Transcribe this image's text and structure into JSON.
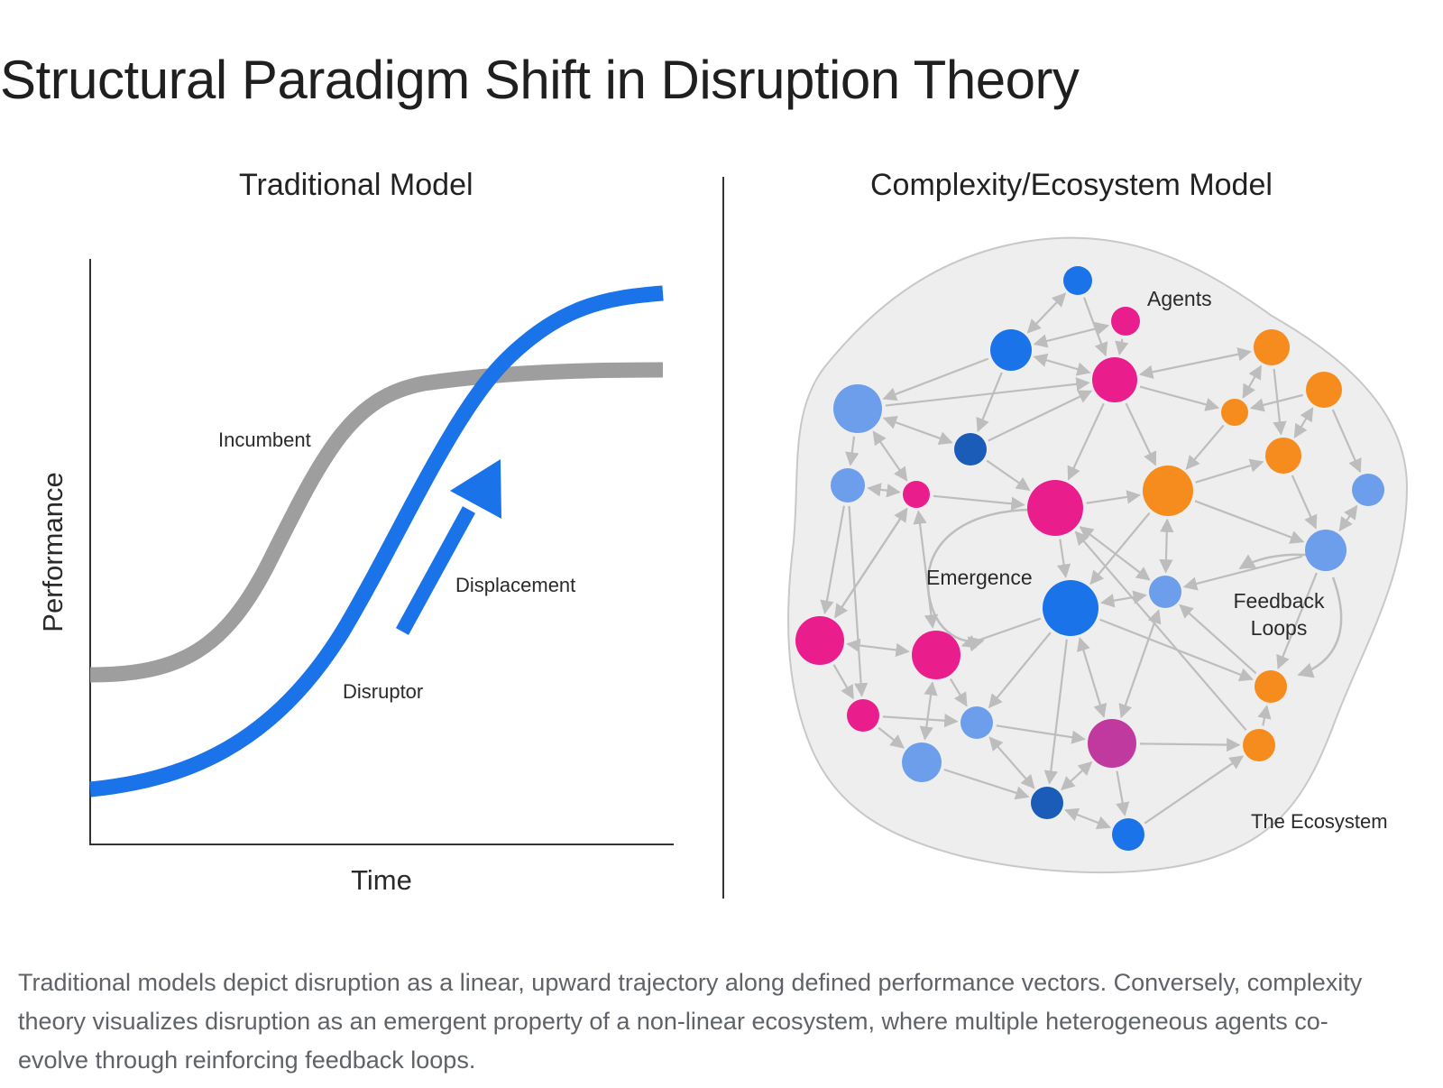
{
  "page": {
    "title": "Structural Paradigm Shift in Disruption Theory",
    "caption": "Traditional models depict disruption as a linear, upward trajectory along defined performance vectors. Conversely, complexity theory visualizes disruption as an emergent property of a non-linear ecosystem, where multiple heterogeneous agents co-evolve through reinforcing feedback loops."
  },
  "traditional_model": {
    "title": "Traditional Model",
    "x_axis_label": "Time",
    "y_axis_label": "Performance",
    "incumbent_label": "Incumbent",
    "disruptor_label": "Disruptor",
    "arrow_label": "Displacement",
    "colors": {
      "incumbent": "#9e9e9e",
      "disruptor": "#1a73e8",
      "axis": "#333333"
    }
  },
  "ecosystem_model": {
    "title": "Complexity/Ecosystem Model",
    "labels": {
      "agents": "Agents",
      "emergence": "Emergence",
      "feedback_line1": "Feedback",
      "feedback_line2": "Loops",
      "ecosystem": "The Ecosystem"
    },
    "colors": {
      "background": "#eeeeee",
      "outline": "#c8c8c8",
      "edge": "#bdbdbd",
      "blue": "#1a73e8",
      "dark_blue": "#1a5cb8",
      "light_blue": "#6d9eeb",
      "pink": "#e91e8c",
      "magenta": "#c0399e",
      "orange": "#f68b1e"
    },
    "node_count": 28
  }
}
